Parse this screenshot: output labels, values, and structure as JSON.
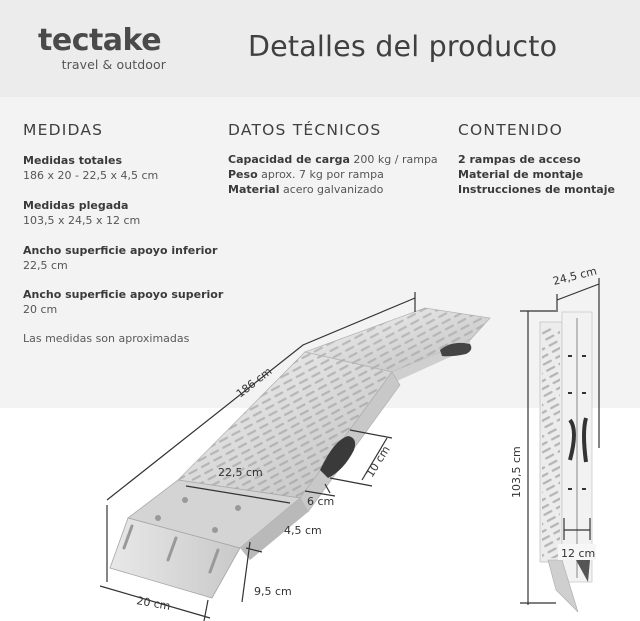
{
  "brand": {
    "name": "tectake",
    "tagline": "travel & outdoor"
  },
  "header": {
    "title": "Detalles del producto"
  },
  "medidas": {
    "title": "MEDIDAS",
    "items": [
      {
        "label": "Medidas totales",
        "value": "186 x 20 - 22,5 x 4,5 cm"
      },
      {
        "label": "Medidas plegada",
        "value": "103,5 x 24,5 x 12 cm"
      },
      {
        "label": "Ancho superficie apoyo inferior",
        "value": "22,5 cm"
      },
      {
        "label": "Ancho superficie apoyo superior",
        "value": "20 cm"
      }
    ],
    "note": "Las medidas son aproximadas"
  },
  "datos_tecnicos": {
    "title": "DATOS TÉCNICOS",
    "items": [
      {
        "label": "Capacidad de carga",
        "value": "200 kg / rampa"
      },
      {
        "label": "Peso",
        "value": "aprox. 7 kg por rampa"
      },
      {
        "label": "Material",
        "value": "acero galvanizado"
      }
    ]
  },
  "contenido": {
    "title": "CONTENIDO",
    "items": [
      "2 rampas de acceso",
      "Material de montaje",
      "Instrucciones de montaje"
    ]
  },
  "dimensions": {
    "length": "186 cm",
    "width_lower": "22,5 cm",
    "handle_length": "10 cm",
    "handle_height": "6 cm",
    "height": "4,5 cm",
    "lip_length": "9,5 cm",
    "width_upper": "20 cm",
    "folded_width": "24,5 cm",
    "folded_length": "103,5 cm",
    "folded_depth": "12 cm"
  },
  "colors": {
    "header_bg": "#ececec",
    "band_bg": "#f3f3f3",
    "text": "#3c3c3c"
  }
}
